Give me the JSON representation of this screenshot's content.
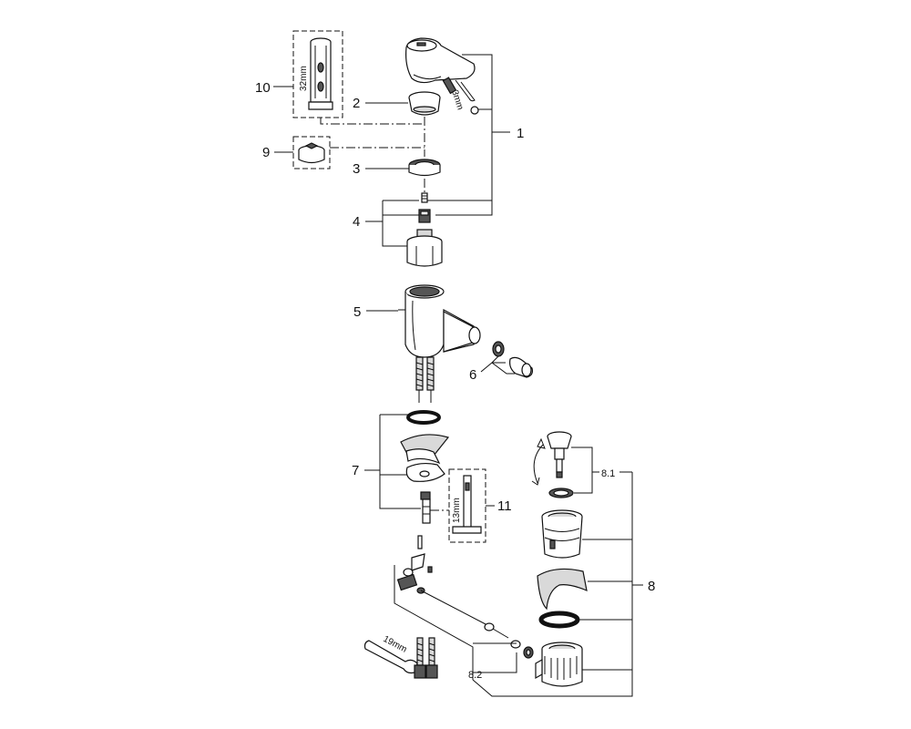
{
  "labels": {
    "p1": "1",
    "p2": "2",
    "p3": "3",
    "p4": "4",
    "p5": "5",
    "p6": "6",
    "p7": "7",
    "p8": "8",
    "p8_1": "8.1",
    "p8_2": "8.2",
    "p9": "9",
    "p10": "10",
    "p11": "11"
  },
  "dimensions": {
    "d32": "32mm",
    "d3": "3mm",
    "d13": "13mm",
    "d19": "19mm"
  }
}
